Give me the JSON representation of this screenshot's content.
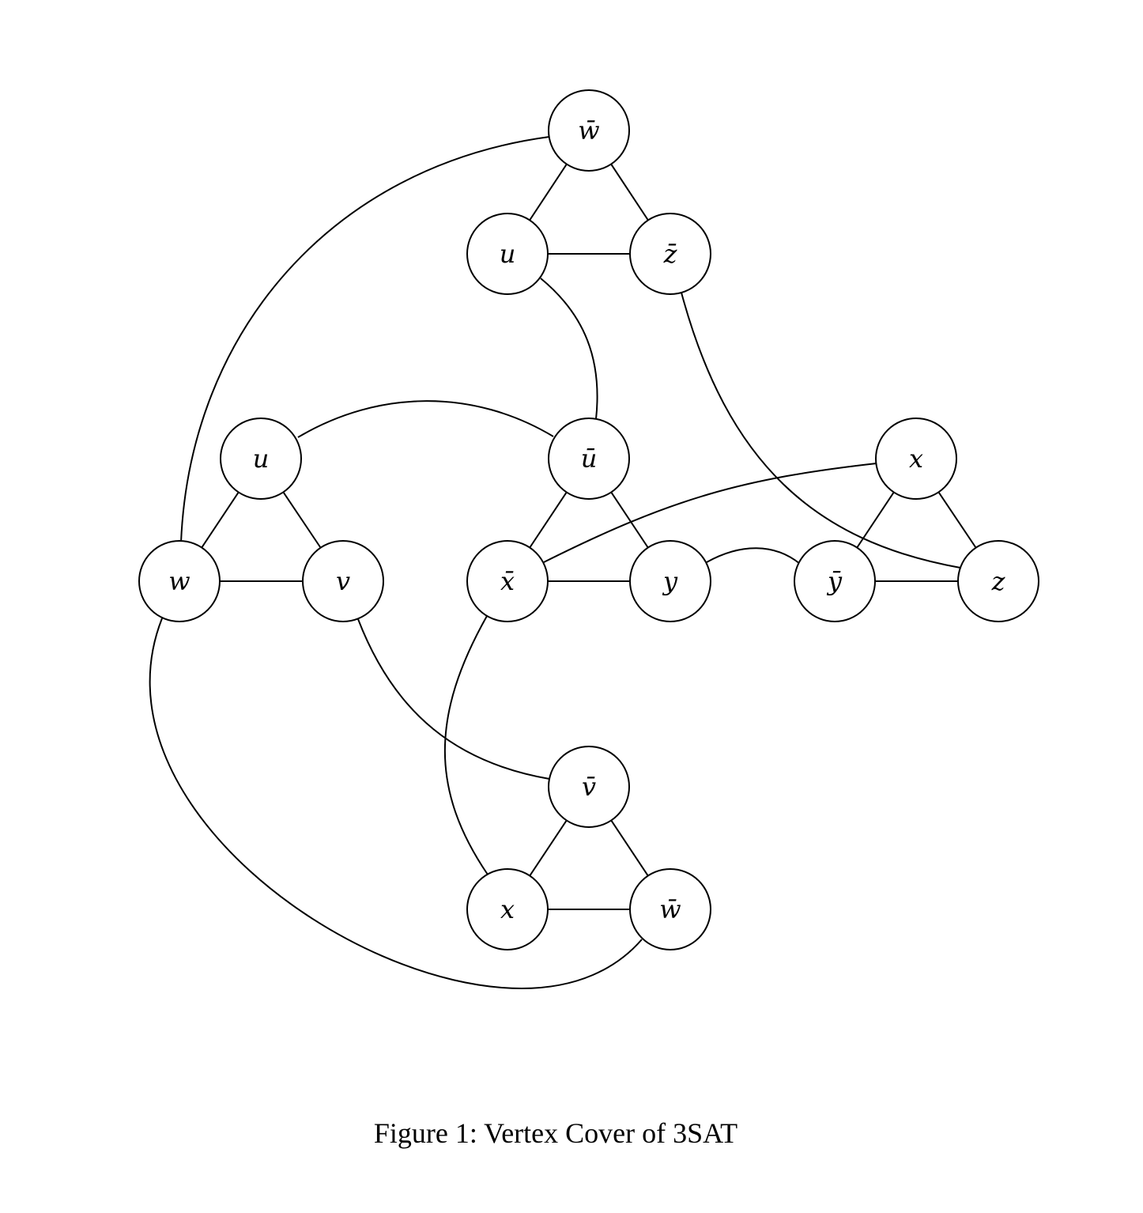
{
  "caption": "Figure 1: Vertex Cover of 3SAT",
  "colors": {
    "stroke": "#000000",
    "fill": "#ffffff",
    "background": "#ffffff"
  },
  "nodes": [
    {
      "id": "t1_wbar",
      "label": "w̄"
    },
    {
      "id": "t1_u",
      "label": "u"
    },
    {
      "id": "t1_zbar",
      "label": "z̄"
    },
    {
      "id": "t2_u",
      "label": "u"
    },
    {
      "id": "t2_w",
      "label": "w"
    },
    {
      "id": "t2_v",
      "label": "v"
    },
    {
      "id": "t3_ubar",
      "label": "ū"
    },
    {
      "id": "t3_xbar",
      "label": "x̄"
    },
    {
      "id": "t3_y",
      "label": "y"
    },
    {
      "id": "t4_x",
      "label": "x"
    },
    {
      "id": "t4_ybar",
      "label": "ȳ"
    },
    {
      "id": "t4_z",
      "label": "z"
    },
    {
      "id": "t5_vbar",
      "label": "v̄"
    },
    {
      "id": "t5_x",
      "label": "x"
    },
    {
      "id": "t5_wbar",
      "label": "w̄"
    }
  ],
  "edges": [
    {
      "from": "t1_wbar",
      "to": "t1_u"
    },
    {
      "from": "t1_wbar",
      "to": "t1_zbar"
    },
    {
      "from": "t1_u",
      "to": "t1_zbar"
    },
    {
      "from": "t2_u",
      "to": "t2_w"
    },
    {
      "from": "t2_u",
      "to": "t2_v"
    },
    {
      "from": "t2_w",
      "to": "t2_v"
    },
    {
      "from": "t3_ubar",
      "to": "t3_xbar"
    },
    {
      "from": "t3_ubar",
      "to": "t3_y"
    },
    {
      "from": "t3_xbar",
      "to": "t3_y"
    },
    {
      "from": "t4_x",
      "to": "t4_ybar"
    },
    {
      "from": "t4_x",
      "to": "t4_z"
    },
    {
      "from": "t4_ybar",
      "to": "t4_z"
    },
    {
      "from": "t5_vbar",
      "to": "t5_x"
    },
    {
      "from": "t5_vbar",
      "to": "t5_wbar"
    },
    {
      "from": "t5_x",
      "to": "t5_wbar"
    },
    {
      "from": "t1_wbar",
      "to": "t2_w"
    },
    {
      "from": "t1_u",
      "to": "t3_ubar"
    },
    {
      "from": "t1_zbar",
      "to": "t4_z"
    },
    {
      "from": "t2_u",
      "to": "t3_ubar"
    },
    {
      "from": "t2_v",
      "to": "t5_vbar"
    },
    {
      "from": "t2_w",
      "to": "t5_wbar"
    },
    {
      "from": "t3_xbar",
      "to": "t4_x"
    },
    {
      "from": "t3_xbar",
      "to": "t5_x"
    },
    {
      "from": "t3_y",
      "to": "t4_ybar"
    }
  ]
}
